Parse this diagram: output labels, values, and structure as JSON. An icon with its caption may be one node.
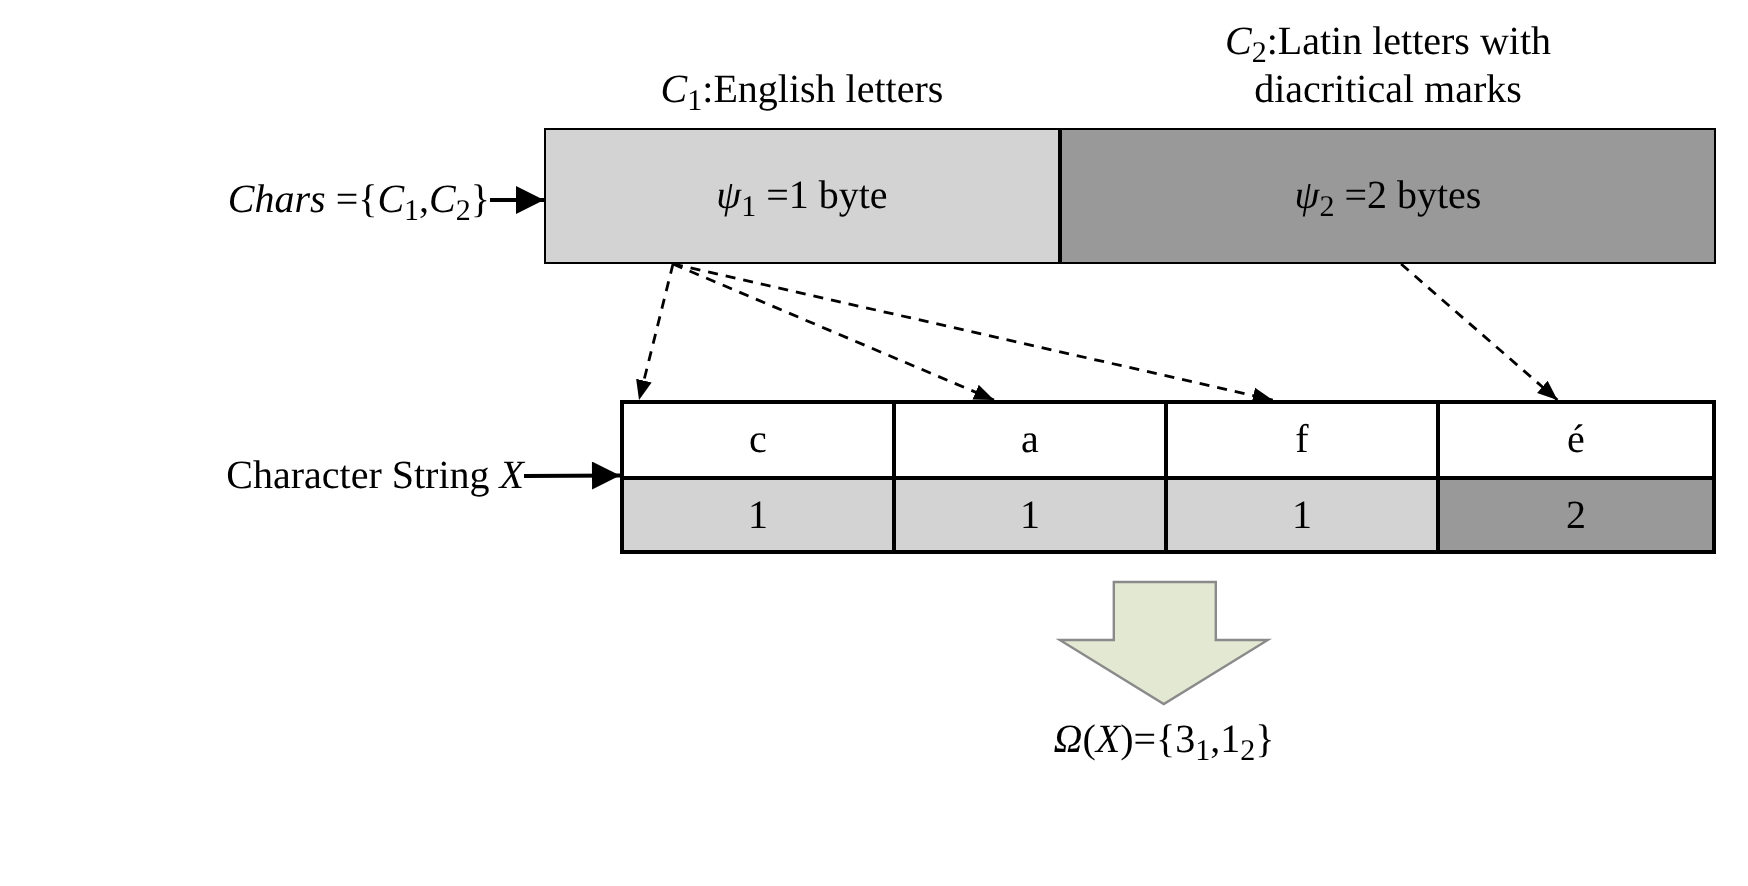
{
  "diagram": {
    "nodes": [
      {
        "text": [
          "*Chars* ={*C*$_{1}$,*C*$_{2}$}"
        ]
      },
      {
        "text": [
          "*C*$_{1}$:English letters",
          "*ψ*$_{1}$ =1 byte"
        ]
      },
      {
        "text": [
          "*C*$_{2}$:Latin letters with diacritical marks",
          "*ψ*$_{2}$ =2 bytes"
        ]
      },
      {
        "text": [
          "Character String *X*"
        ]
      },
      {
        "text": [],
        "shape": "box"
      },
      {
        "text": [
          "c"
        ],
        "in": 4
      },
      {
        "text": [
          "a"
        ],
        "in": 4
      },
      {
        "text": [
          "f"
        ],
        "in": 4
      },
      {
        "text": [
          "é"
        ],
        "in": 4
      },
      {
        "text": [
          "1"
        ],
        "in": 4
      },
      {
        "text": [
          "1"
        ],
        "in": 4
      },
      {
        "text": [
          "1"
        ],
        "in": 4
      },
      {
        "text": [
          "2"
        ],
        "in": 4
      },
      {
        "text": [
          "*Ω*(*X*)={3$_{1}$,1$_{2}$}"
        ]
      }
    ],
    "edges": [
      {
        "from": 0,
        "to": 1,
        "arrow": "to"
      },
      {
        "from": 3,
        "to": 4,
        "arrow": "to"
      },
      {
        "from": 1,
        "to": 5,
        "arrow": "to",
        "style": "dashed"
      },
      {
        "from": 1,
        "to": 6,
        "arrow": "to",
        "style": "dashed"
      },
      {
        "from": 1,
        "to": 7,
        "arrow": "to",
        "style": "dashed"
      },
      {
        "from": 2,
        "to": 8,
        "arrow": "to",
        "style": "dashed"
      },
      {
        "from": 4,
        "to": 13,
        "arrow": "to",
        "style": "thick"
      }
    ]
  }
}
